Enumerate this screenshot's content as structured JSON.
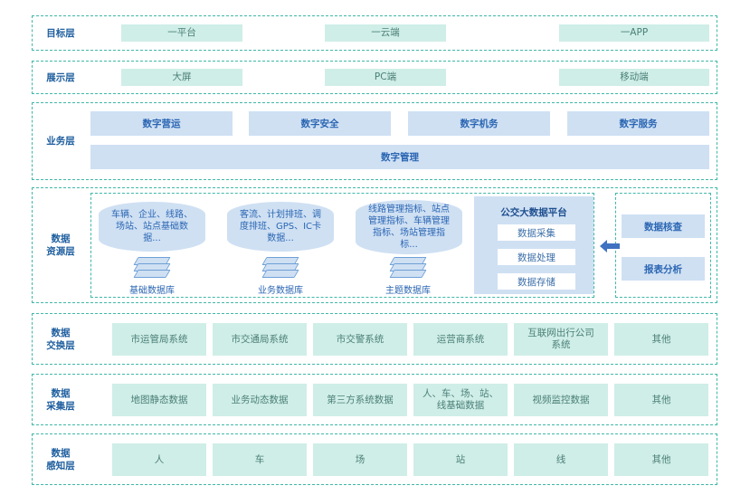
{
  "layers": {
    "target": {
      "label": "目标层",
      "items": [
        "一平台",
        "一云端",
        "一APP"
      ]
    },
    "display": {
      "label": "展示层",
      "items": [
        "大屏",
        "PC端",
        "移动端"
      ]
    },
    "business": {
      "label": "业务层",
      "items": [
        "数字营运",
        "数字安全",
        "数字机务",
        "数字服务"
      ],
      "bottom": "数字管理"
    },
    "data_resource": {
      "label": "数据\n资源层",
      "databases": [
        {
          "text": "车辆、企业、线路、\n场站、站点基础数\n据...",
          "label": "基础数据库"
        },
        {
          "text": "客流、计划排班、调\n度排班、GPS、IC卡\n数据...",
          "label": "业务数据库"
        },
        {
          "text": "线路管理指标、站点\n管理指标、车辆管理\n指标、场站管理指\n标...",
          "label": "主题数据库"
        }
      ],
      "platform": {
        "title": "公交大数据平台",
        "items": [
          "数据采集",
          "数据处理",
          "数据存储"
        ]
      },
      "side": [
        "数据核查",
        "报表分析"
      ]
    },
    "exchange": {
      "label": "数据\n交换层",
      "items": [
        "市运管局系统",
        "市交通局系统",
        "市交警系统",
        "运营商系统",
        "互联网出行公司\n系统",
        "其他"
      ]
    },
    "collect": {
      "label": "数据\n采集层",
      "items": [
        "地图静态数据",
        "业务动态数据",
        "第三方系统数据",
        "人、车、场、站、\n线基础数据",
        "视频监控数据",
        "其他"
      ]
    },
    "sense": {
      "label": "数据\n感知层",
      "items": [
        "人",
        "车",
        "场",
        "站",
        "线",
        "其他"
      ]
    }
  }
}
